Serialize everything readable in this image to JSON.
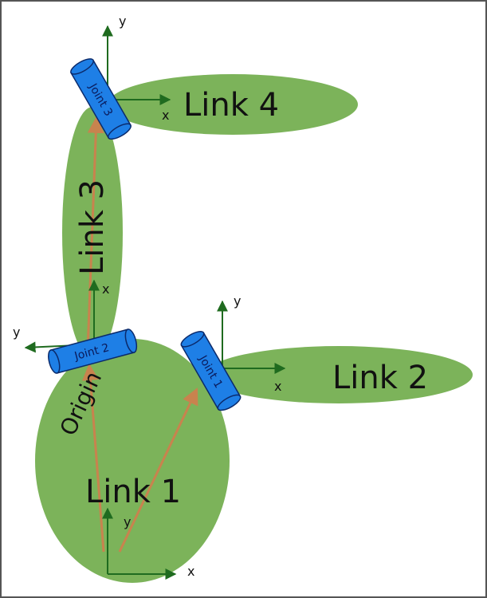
{
  "labels": {
    "link1": "Link 1",
    "link2": "Link 2",
    "link3": "Link 3",
    "link4": "Link 4",
    "origin": "Origin",
    "joint1": "Joint 1",
    "joint2": "Joint 2",
    "joint3": "Joint 3"
  },
  "axes": {
    "x": "x",
    "y": "y"
  },
  "colors": {
    "link_fill": "#7cb35a",
    "joint_fill": "#1e7fe6",
    "joint_stroke": "#0b2a6b",
    "axis": "#1f6b1f",
    "vector": "#c8834e",
    "frame_border": "#555555"
  }
}
